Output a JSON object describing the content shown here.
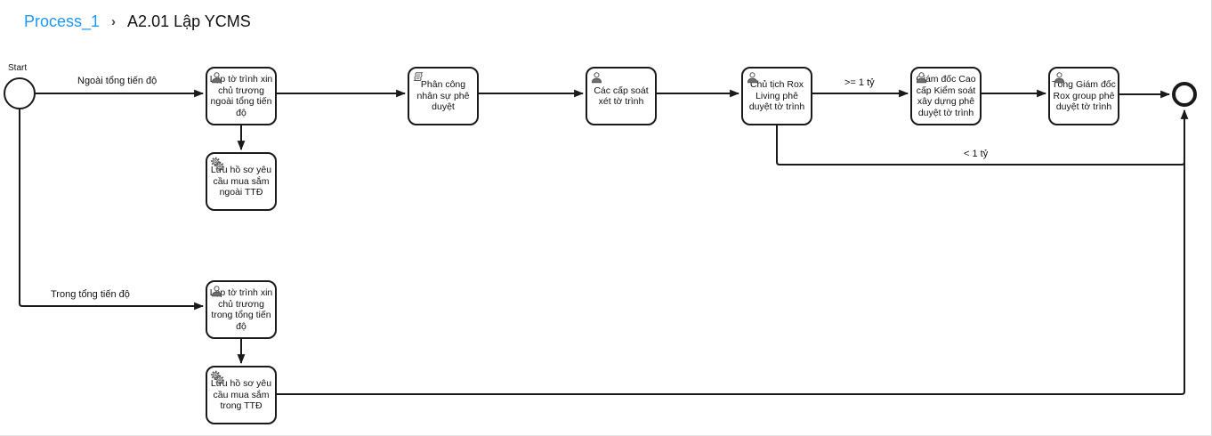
{
  "breadcrumb": {
    "process_link": "Process_1",
    "separator": "›",
    "current": "A2.01 Lập YCMS"
  },
  "diagram": {
    "start_label": "Start",
    "tasks": [
      {
        "id": "lap-to-trinh-ngoai",
        "type": "user",
        "label": "Lập tờ trình xin chủ trương ngoài tổng tiến độ"
      },
      {
        "id": "luu-ho-so-ngoai",
        "type": "service",
        "label": "Lưu hồ sơ yêu cầu mua sắm ngoài TTĐ"
      },
      {
        "id": "phan-cong",
        "type": "script",
        "label": "Phân công nhân sự phê duyệt"
      },
      {
        "id": "cac-cap-soat-xet",
        "type": "user",
        "label": "Các cấp soát xét tờ trình"
      },
      {
        "id": "chu-tich-rox",
        "type": "user",
        "label": "Chủ tịch Rox Living phê duyệt tờ trình"
      },
      {
        "id": "giam-doc-cao-cap",
        "type": "user",
        "label": "Giám đốc Cao cấp Kiểm soát xây dựng phê duyệt tờ trình"
      },
      {
        "id": "tong-giam-doc",
        "type": "user",
        "label": "Tổng Giám đốc Rox group phê duyệt tờ trình"
      },
      {
        "id": "lap-to-trinh-trong",
        "type": "user",
        "label": "Lập tờ trình xin chủ trương trong tổng tiến độ"
      },
      {
        "id": "luu-ho-so-trong",
        "type": "service",
        "label": "Lưu hồ sơ yêu cầu mua sắm trong TTĐ"
      }
    ],
    "edge_labels": {
      "ngoai": "Ngoài tổng tiến độ",
      "trong": "Trong tổng tiến độ",
      "gte_1_ty": ">= 1 tỷ",
      "lt_1_ty": "< 1 tỷ"
    }
  },
  "colors": {
    "link_blue": "#2196f3",
    "stroke": "#1a1a1a",
    "background": "#ffffff"
  }
}
